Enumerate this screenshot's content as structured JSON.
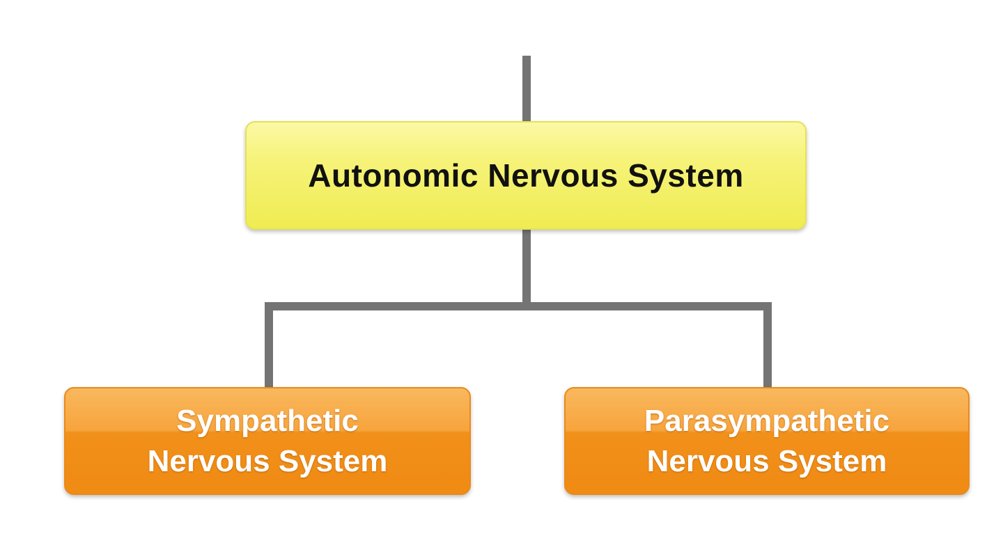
{
  "diagram": {
    "root": {
      "label": "Autonomic Nervous System"
    },
    "children": [
      {
        "line1": "Sympathetic",
        "line2": "Nervous System"
      },
      {
        "line1": "Parasympathetic",
        "line2": "Nervous System"
      }
    ],
    "colors": {
      "connector": "#747474",
      "root_fill": "#f6f37a",
      "child_fill": "#f39a28",
      "child_text": "#ffffff",
      "root_text": "#111111"
    }
  }
}
